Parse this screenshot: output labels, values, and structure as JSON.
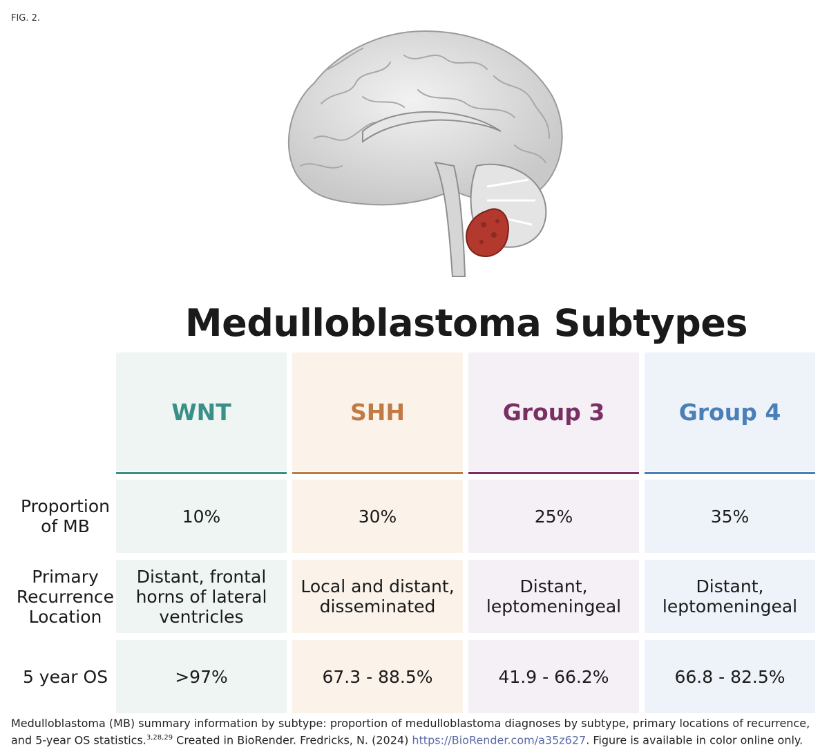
{
  "figure_label": "FIG. 2.",
  "title": "Medulloblastoma Subtypes",
  "colors": {
    "wnt": "#3a8f87",
    "shh": "#c07a45",
    "group3": "#7a2f63",
    "group4": "#4a7fb7",
    "tumor": "#b3392f"
  },
  "columns": [
    {
      "name": "WNT"
    },
    {
      "name": "SHH"
    },
    {
      "name": "Group 3"
    },
    {
      "name": "Group 4"
    }
  ],
  "rows": [
    {
      "label": "Proportion of MB",
      "values": [
        "10%",
        "30%",
        "25%",
        "35%"
      ]
    },
    {
      "label": "Primary Recurrence Location",
      "values": [
        "Distant, frontal horns of lateral ventricles",
        "Local and distant, disseminated",
        "Distant, leptomeningeal",
        "Distant, leptomeningeal"
      ]
    },
    {
      "label": "5 year OS",
      "values": [
        ">97%",
        "67.3 - 88.5%",
        "41.9 - 66.2%",
        "66.8 - 82.5%"
      ]
    }
  ],
  "caption": {
    "text1": "Medulloblastoma (MB) summary information by subtype: proportion of medulloblastoma diagnoses by subtype, primary locations of recurrence, and 5-year OS statistics.",
    "refs": "3,28,29",
    "text2": " Created in BioRender. Fredricks, N. (2024) ",
    "link": "https://BioRender.com/a35z627",
    "text3": ". Figure is available in color online only."
  }
}
